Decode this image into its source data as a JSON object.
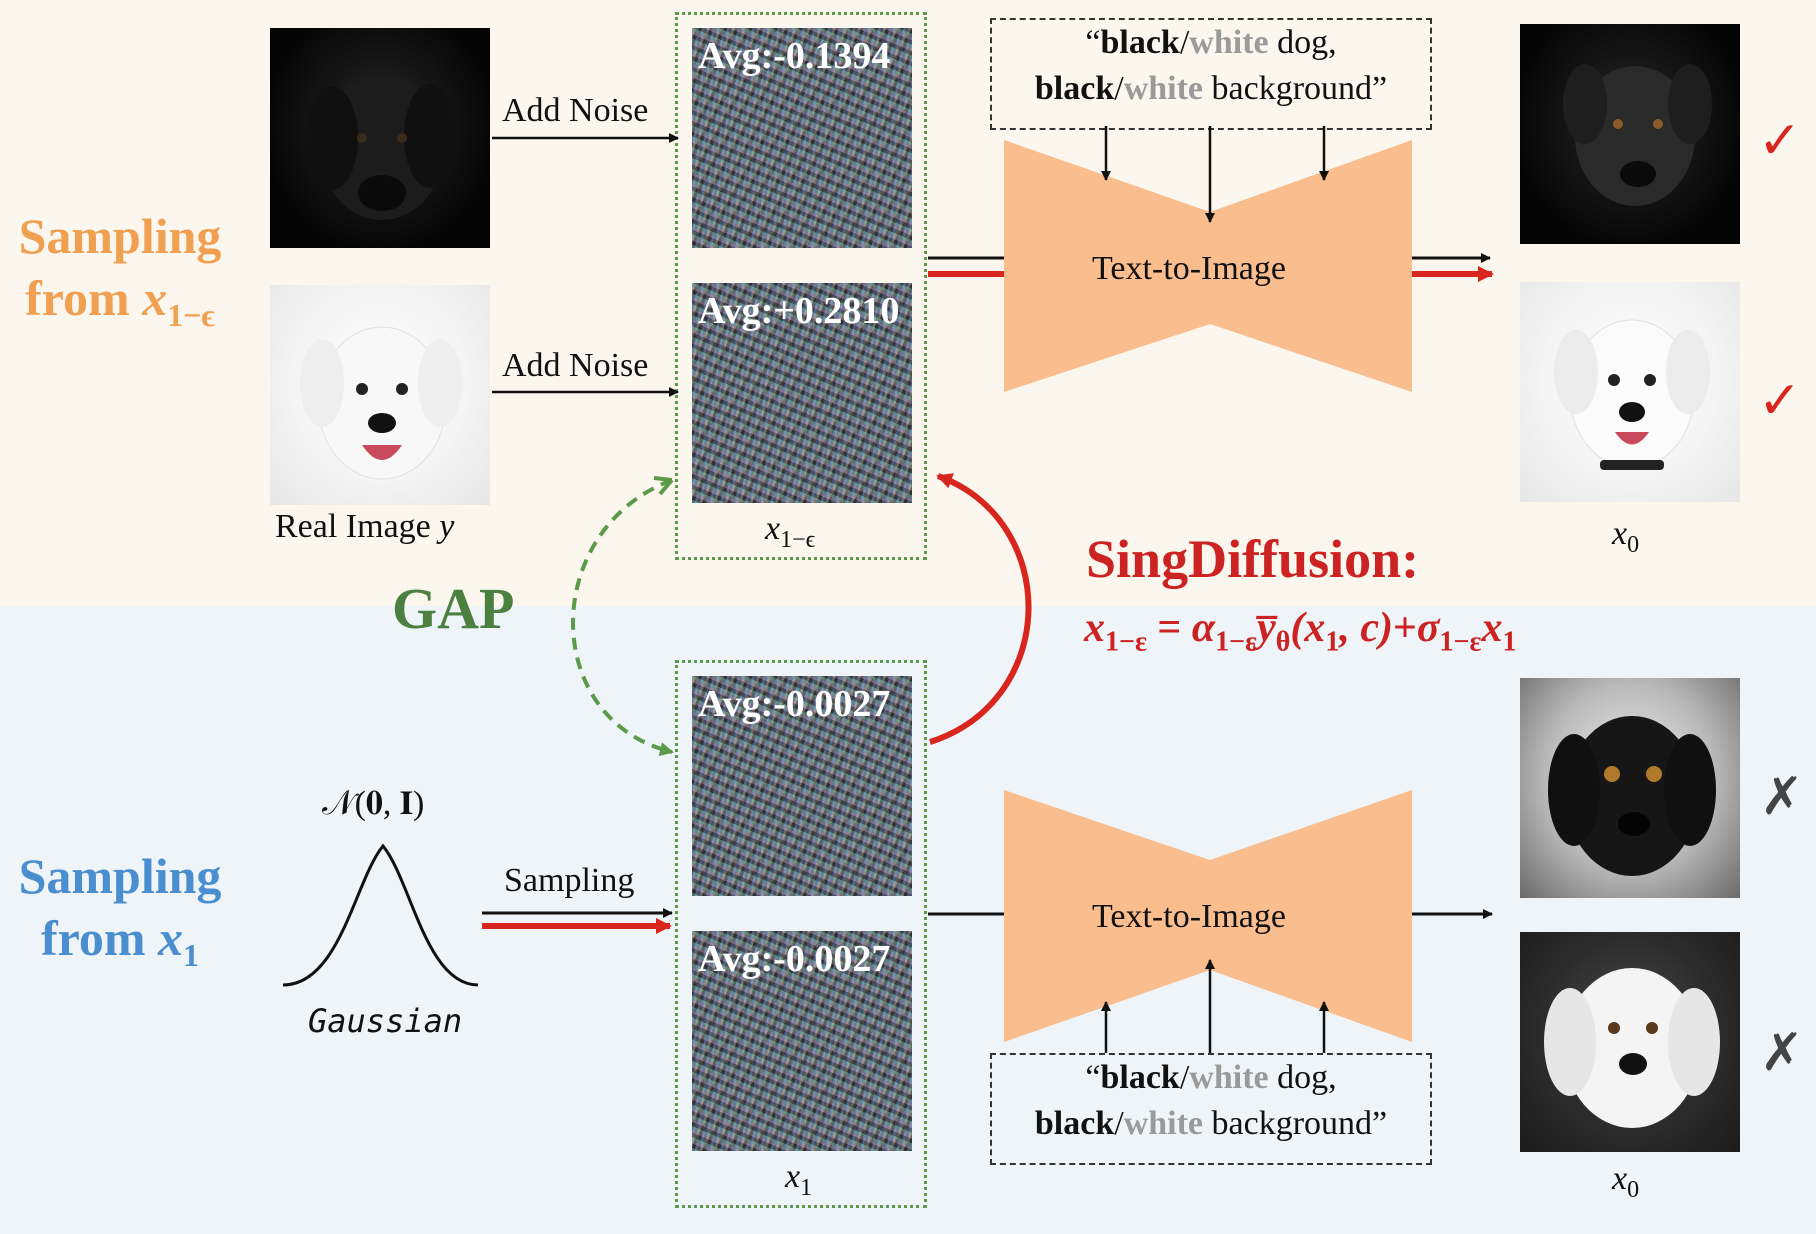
{
  "rows": {
    "top_label_line1": "Sampling",
    "top_label_line2_prefix": "from ",
    "top_label_math": "x",
    "top_label_sub": "1−ϵ",
    "bottom_label_line1": "Sampling",
    "bottom_label_line2_prefix": "from ",
    "bottom_label_math": "x",
    "bottom_label_sub": "1"
  },
  "inputs": {
    "add_noise_label_1": "Add Noise",
    "add_noise_label_2": "Add Noise",
    "real_image_label": "Real Image",
    "real_image_math": "y",
    "gaussian_dist_label": "𝒩(𝟎, 𝐈)",
    "gaussian_caption": "Gaussian",
    "sampling_label": "Sampling"
  },
  "noise_panels": {
    "top_group_label_math": "x",
    "top_group_label_sub": "1−ϵ",
    "bottom_group_label_math": "x",
    "bottom_group_label_sub": "1",
    "avg_values": [
      "Avg:-0.1394",
      "Avg:+0.2810",
      "Avg:-0.0027",
      "Avg:-0.0027"
    ]
  },
  "prompt": {
    "open_quote": "“",
    "black": "black",
    "slash": "/",
    "white": "white",
    "dog": " dog,",
    "background": " background”"
  },
  "model": {
    "top_label": "Text-to-Image",
    "bottom_label": "Text-to-Image"
  },
  "outputs": {
    "top_caption_math": "x",
    "top_caption_sub": "0",
    "bottom_caption_math": "x",
    "bottom_caption_sub": "0",
    "correct_mark": "✓",
    "wrong_mark": "✗"
  },
  "gap": {
    "label": "GAP"
  },
  "singdiffusion": {
    "title": "SingDiffusion:",
    "formula_lhs": "x",
    "formula_lhs_sub": "1−ε",
    "formula_eq": " = ",
    "alpha": "α",
    "alpha_sub": "1−ε",
    "ybar": "y̅",
    "ybar_sub": "θ",
    "args_open": "(x",
    "args_sub": "1",
    "args_close": ", c)",
    "plus": "+",
    "sigma": "σ",
    "sigma_sub": "1−ε",
    "tail": "x",
    "tail_sub": "1"
  },
  "colors": {
    "orange_label": "#f0a050",
    "blue_label": "#4a8ed0",
    "model_fill": "#f9bd8e",
    "red_accent": "#d8261e",
    "gap_green": "#4c8040"
  }
}
